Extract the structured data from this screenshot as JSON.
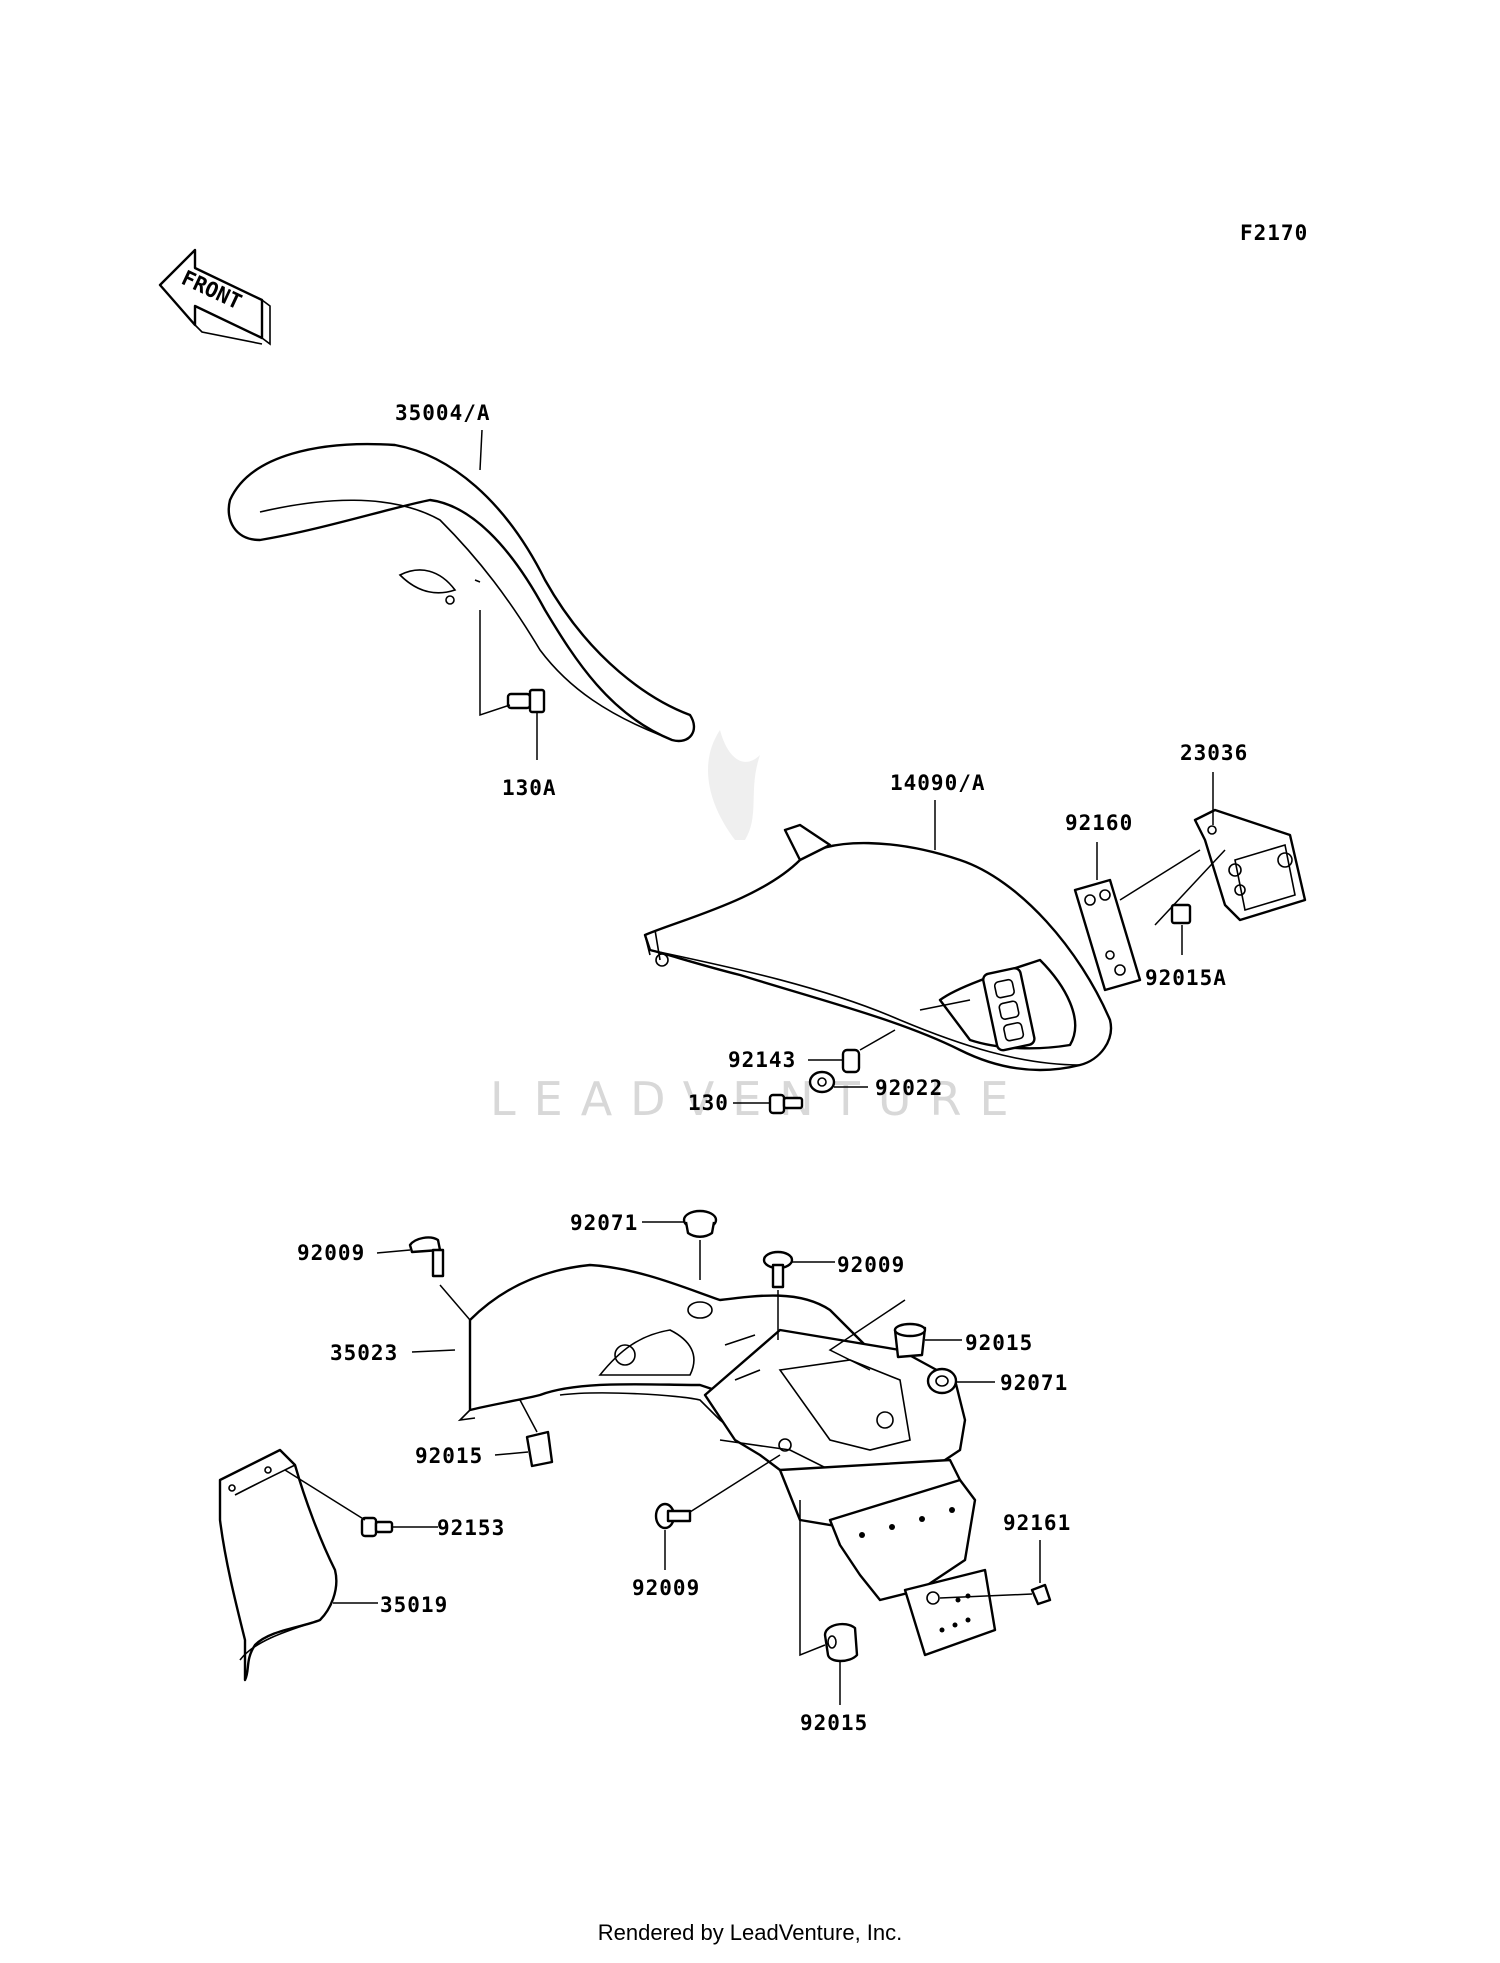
{
  "figure_code": "F2170",
  "front_arrow": "FRONT",
  "watermark": "LEADVENTURE",
  "footer": "Rendered by LeadVenture, Inc.",
  "callouts": {
    "c35004A": "35004/A",
    "c130A": "130A",
    "c14090A": "14090/A",
    "c23036": "23036",
    "c92160": "92160",
    "c92015A": "92015A",
    "c92143": "92143",
    "c92022": "92022",
    "c130": "130",
    "c92071a": "92071",
    "c92009a": "92009",
    "c92009b": "92009",
    "c35023": "35023",
    "c92015a": "92015",
    "c92071b": "92071",
    "c92015b": "92015",
    "c92153": "92153",
    "c35019": "35019",
    "c92009c": "92009",
    "c92161": "92161",
    "c92015c": "92015"
  }
}
